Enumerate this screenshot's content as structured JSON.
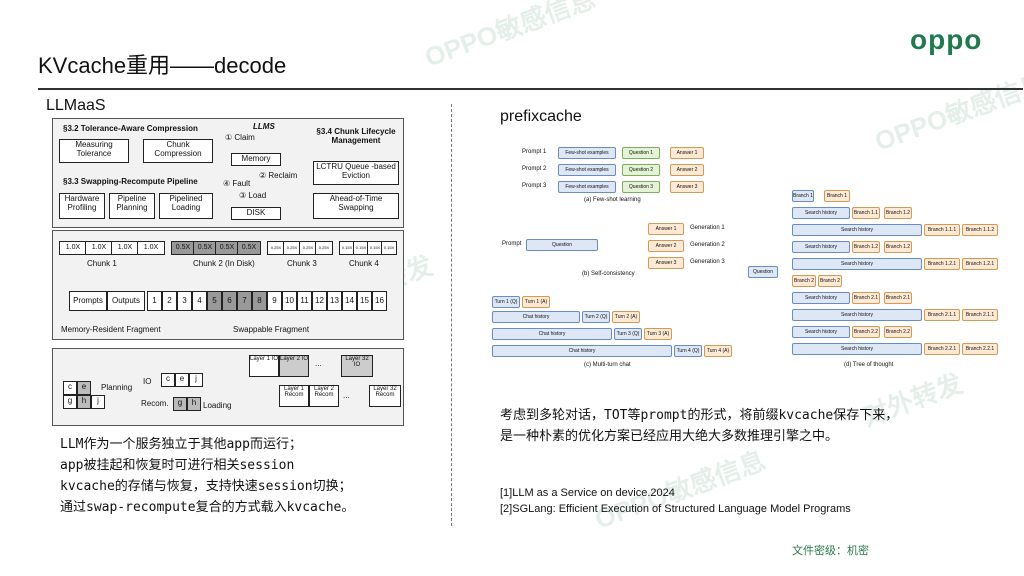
{
  "slide": {
    "title": "KVcache重用——decode",
    "logo": "oppo",
    "left_heading": "LLMaaS",
    "right_heading": "prefixcache",
    "left_lines": [
      "LLM作为一个服务独立于其他app而运行；",
      "app被挂起和恢复时可进行相关session",
      "kvcache的存储与恢复，支持快速session切换；",
      "通过swap-recompute复合的方式载入kvcache。"
    ],
    "right_lines": [
      "考虑到多轮对话，TOT等prompt的形式，将前缀kvcache保存下来，",
      "是一种朴素的优化方案已经应用大绝大多数推理引擎之中。"
    ],
    "refs": [
      "[1]LLM as a Service on device.2024",
      "[2]SGLang: Efficient Execution of Structured Language Model Programs"
    ],
    "footer": "文件密级：机密",
    "watermark": "OPPO敏感信息",
    "watermark2": "对外转发"
  },
  "fig_left": {
    "tol": "§3.2 Tolerance-Aware Compression",
    "measuring": "Measuring Tolerance",
    "chunk_comp": "Chunk Compression",
    "swap": "§3.3 Swapping-Recompute Pipeline",
    "hw": "Hardware Profiling",
    "pp": "Pipeline Planning",
    "pl": "Pipelined Loading",
    "llms": "LLMS",
    "claim": "① Claim",
    "memory": "Memory",
    "reclaim": "② Reclaim",
    "fault": "④ Fault",
    "load": "③ Load",
    "disk": "DISK",
    "chunk_life": "§3.4 Chunk Lifecycle Management",
    "lctru": "LCTRU Queue -based Eviction",
    "aot": "Ahead-of-Time Swapping",
    "ratios1": [
      "1.0X",
      "1.0X",
      "1.0X",
      "1.0X"
    ],
    "ratios2": [
      "0.5X",
      "0.5X",
      "0.5X",
      "0.5X"
    ],
    "ratios3": [
      "0.25X",
      "0.25X",
      "0.25X",
      "0.25X"
    ],
    "ratios4": [
      "0.15X",
      "0.15X",
      "0.15X",
      "0.15X"
    ],
    "chunk1": "Chunk 1",
    "chunk2": "Chunk 2 (In Disk)",
    "chunk3": "Chunk 3",
    "chunk4": "Chunk 4",
    "prompts": "Prompts",
    "outputs": "Outputs",
    "nums": [
      "1",
      "2",
      "3",
      "4",
      "5",
      "6",
      "7",
      "8",
      "9",
      "10",
      "11",
      "12",
      "13",
      "14",
      "15",
      "16"
    ],
    "mem_frag": "Memory-Resident Fragment",
    "swap_frag": "Swappable Fragment",
    "grid": [
      "c",
      "e",
      "g",
      "h",
      "j"
    ],
    "planning": "Planning",
    "io": "IO",
    "recom": "Recom.",
    "loading": "Loading",
    "io_cells": [
      "c",
      "e",
      "j"
    ],
    "rc_cells": [
      "g",
      "h"
    ],
    "layer1io": "Layer 1 IO",
    "layer2io": "Layer 2 IO",
    "layer32io": "Layer 32 IO",
    "layer1rc": "Layer 1 Recom",
    "layer2rc": "Layer 2 Recom",
    "layer32rc": "Layer 32 Recom",
    "dots": "..."
  },
  "fig_right": {
    "prompts": [
      "Prompt 1",
      "Prompt 2",
      "Prompt 3"
    ],
    "fewshot": "Few-shot examples",
    "questions": [
      "Question 1",
      "Question 2",
      "Question 3"
    ],
    "answers": [
      "Answer 1",
      "Answer 2",
      "Answer 3"
    ],
    "cap_a": "(a) Few-shot learning",
    "prompt": "Prompt",
    "question": "Question",
    "gens": [
      "Generation 1",
      "Generation 2",
      "Generation 3"
    ],
    "cap_b": "(b) Self-consistency",
    "turn1q": "Turn 1 (Q)",
    "turn1a": "Turn 1 (A)",
    "chat_history": "Chat history",
    "turn2q": "Turn 2 (Q)",
    "turn2a": "Turn 2 (A)",
    "turn3q": "Turn 3 (Q)",
    "turn3a": "Turn 3 (A)",
    "turn4q": "Turn 4 (Q)",
    "turn4a": "Turn 4 (A)",
    "cap_c": "(c) Multi-turn chat",
    "tot_question": "Question",
    "branch1": "Branch 1",
    "branch2": "Branch 2",
    "search_history": "Search history",
    "b11": "Branch 1.1",
    "b12": "Branch 1.2",
    "b111": "Branch 1.1.1",
    "b112": "Branch 1.1.2",
    "b121": "Branch 1.2.1",
    "b21": "Branch 2.1",
    "b22": "Branch 2.2",
    "b211": "Branch 2.1.1",
    "b221": "Branch 2.2.1",
    "cap_d": "(d) Tree of thought"
  }
}
